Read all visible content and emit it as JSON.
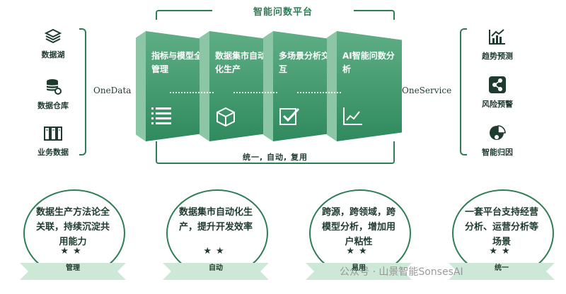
{
  "title": "智能问数平台",
  "left": {
    "items": [
      {
        "label": "数据湖",
        "icon": "layers-icon"
      },
      {
        "label": "数据仓库",
        "icon": "database-icon"
      },
      {
        "label": "业务数据",
        "icon": "server-rack-icon"
      }
    ],
    "connector_label": "OneData"
  },
  "right": {
    "items": [
      {
        "label": "趋势预测",
        "icon": "trend-chart-icon"
      },
      {
        "label": "风险预警",
        "icon": "share-nodes-icon"
      },
      {
        "label": "智能归因",
        "icon": "pie-chart-icon"
      }
    ],
    "connector_label": "OneService"
  },
  "panels": [
    {
      "label": "指标与模型全管理",
      "icon": "list-icon"
    },
    {
      "label": "数据集市自动化生产",
      "icon": "cube-icon"
    },
    {
      "label": "多场景分析交互",
      "icon": "checkbox-icon"
    },
    {
      "label": "AI智能问数分析",
      "icon": "line-chart-icon"
    }
  ],
  "bottom_caption": "统一, 自动, 复用",
  "cards": [
    {
      "text": "数据生产方法论全关联，持续沉淀共用能力",
      "stars": "★★",
      "ribbon": "管理"
    },
    {
      "text": "数据集市自动化生产，提升开发效率",
      "stars": "★★",
      "ribbon": "自动"
    },
    {
      "text": "跨源，跨领域，跨模型分析，增加用户粘性",
      "stars": "★★",
      "ribbon": "易用"
    },
    {
      "text": "一套平台支持经营分析、运营分析等场景",
      "stars": "★★",
      "ribbon": "统一"
    }
  ],
  "watermark": "公众号 · 山景智能SonsesAI",
  "colors": {
    "accent": "#2e7d55",
    "panel_top": "#5fae85",
    "panel_bottom": "#2f8a5e",
    "ribbon_light": "#cde8d6"
  }
}
